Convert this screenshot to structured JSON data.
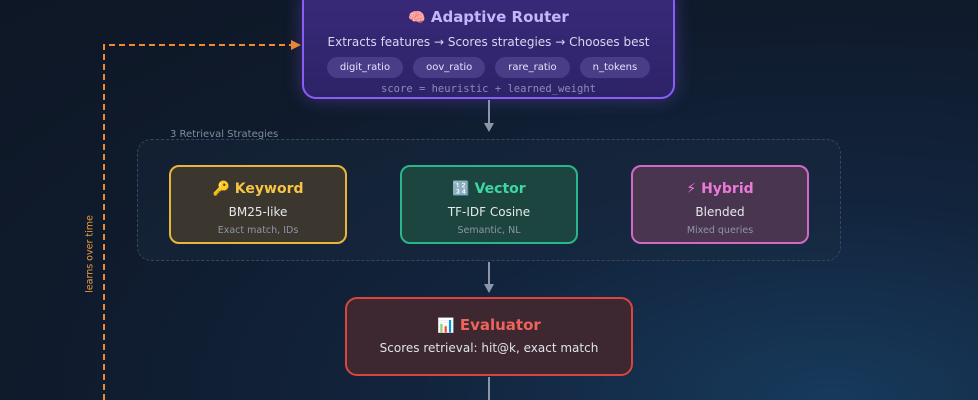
{
  "router": {
    "icon": "🧠",
    "title": "Adaptive Router",
    "subtitle": "Extracts features → Scores strategies → Chooses best",
    "features": [
      "digit_ratio",
      "oov_ratio",
      "rare_ratio",
      "n_tokens"
    ],
    "formula": "score = heuristic + learned_weight"
  },
  "strategies": {
    "label": "3 Retrieval Strategies",
    "items": [
      {
        "icon": "🔑",
        "title": "Keyword",
        "subtitle": "BM25-like",
        "detail": "Exact match, IDs"
      },
      {
        "icon": "🔢",
        "title": "Vector",
        "subtitle": "TF-IDF Cosine",
        "detail": "Semantic, NL"
      },
      {
        "icon": "⚡",
        "title": "Hybrid",
        "subtitle": "Blended",
        "detail": "Mixed queries"
      }
    ]
  },
  "evaluator": {
    "icon": "📊",
    "title": "Evaluator",
    "subtitle": "Scores retrieval: hit@k, exact match"
  },
  "feedback": {
    "label": "learns over time"
  },
  "colors": {
    "router": "#8b5cf6",
    "keyword": "#e8b63a",
    "vector": "#2bb58a",
    "hybrid": "#d26ac4",
    "evaluator": "#d9463e",
    "feedback": "#f08a2c",
    "connector": "#8b97a8"
  }
}
